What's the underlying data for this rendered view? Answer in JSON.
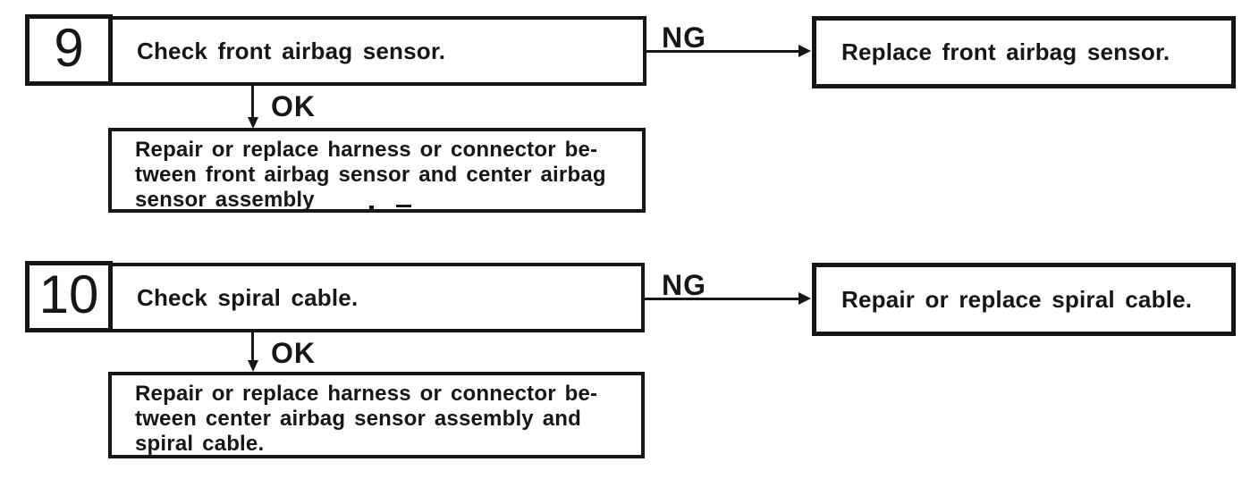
{
  "colors": {
    "ink": "#161616",
    "background": "#ffffff"
  },
  "steps": [
    {
      "number": "9",
      "check_label": "Check front airbag sensor.",
      "ng": {
        "label": "NG",
        "result": "Replace front airbag sensor."
      },
      "ok": {
        "label": "OK",
        "result_lines": [
          "Repair or replace harness or connector be-",
          "tween front airbag sensor and center airbag",
          "sensor assembly"
        ]
      }
    },
    {
      "number": "10",
      "check_label": "Check spiral cable.",
      "ng": {
        "label": "NG",
        "result": "Repair or replace spiral cable."
      },
      "ok": {
        "label": "OK",
        "result_lines": [
          "Repair or replace harness or connector be-",
          "tween center airbag sensor assembly and",
          "spiral cable."
        ]
      }
    }
  ]
}
